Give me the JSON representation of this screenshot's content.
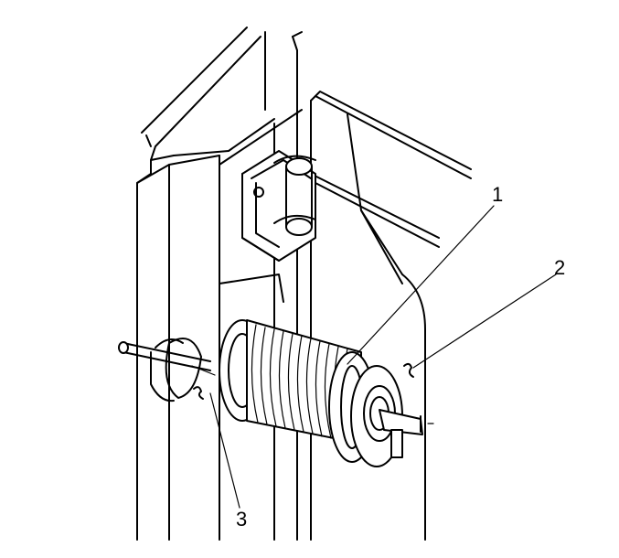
{
  "callouts": [
    {
      "id": "1",
      "label": "1"
    },
    {
      "id": "2",
      "label": "2"
    },
    {
      "id": "3",
      "label": "3"
    }
  ],
  "colors": {
    "stroke": "#000000",
    "background": "#ffffff"
  },
  "icons": [
    "clutch-coil-spool",
    "door-hinge-bracket"
  ]
}
